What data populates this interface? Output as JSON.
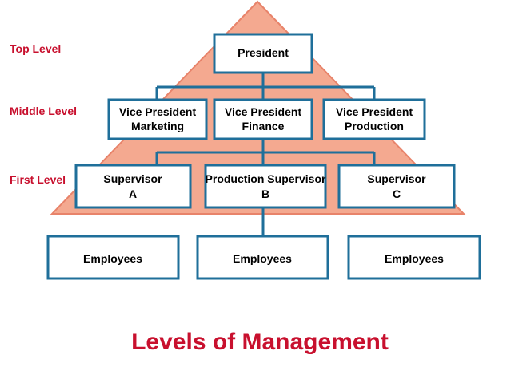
{
  "levels": {
    "top": "Top Level",
    "middle": "Middle Level",
    "first": "First Level"
  },
  "president": "President",
  "vice_presidents": [
    {
      "line1": "Vice President",
      "line2": "Marketing"
    },
    {
      "line1": "Vice President",
      "line2": "Finance"
    },
    {
      "line1": "Vice President",
      "line2": "Production"
    }
  ],
  "supervisors": [
    {
      "line1": "Supervisor",
      "line2": "A"
    },
    {
      "line1": "Production Supervisor",
      "line2": "B"
    },
    {
      "line1": "Supervisor",
      "line2": "C"
    }
  ],
  "employees": [
    "Employees",
    "Employees",
    "Employees"
  ],
  "title": "Levels of Management",
  "colors": {
    "pyramid_fill": "#f4a990",
    "pyramid_stroke": "#e8836a",
    "box_stroke": "#1f6f9a",
    "label": "#c8102e"
  }
}
